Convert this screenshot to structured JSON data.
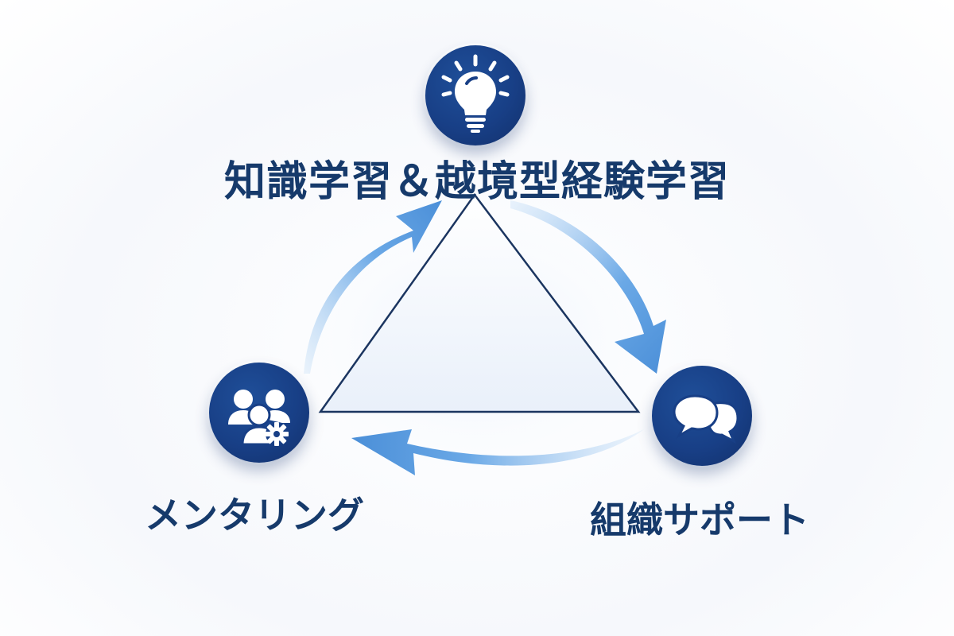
{
  "diagram": {
    "type": "cycle-triangle",
    "title": "知識学習＆越境型経験学習",
    "nodes": [
      {
        "id": "top",
        "label": "知識学習＆越境型経験学習",
        "icon": "lightbulb-icon"
      },
      {
        "id": "right",
        "label": "組織サポート",
        "icon": "chat-bubbles-icon"
      },
      {
        "id": "left",
        "label": "メンタリング",
        "icon": "people-gear-icon"
      }
    ],
    "edges": [
      {
        "from": "top",
        "to": "right",
        "style": "curved-arrow"
      },
      {
        "from": "right",
        "to": "left",
        "style": "curved-arrow"
      },
      {
        "from": "left",
        "to": "top",
        "style": "curved-arrow"
      }
    ],
    "colors": {
      "node_fill": "#183f86",
      "text": "#163a6b",
      "arrow": "#4f95dc",
      "triangle_stroke": "#1b3560"
    }
  },
  "labels": {
    "top": "知識学習＆越境型経験学習",
    "left": "メンタリング",
    "right": "組織サポート"
  }
}
